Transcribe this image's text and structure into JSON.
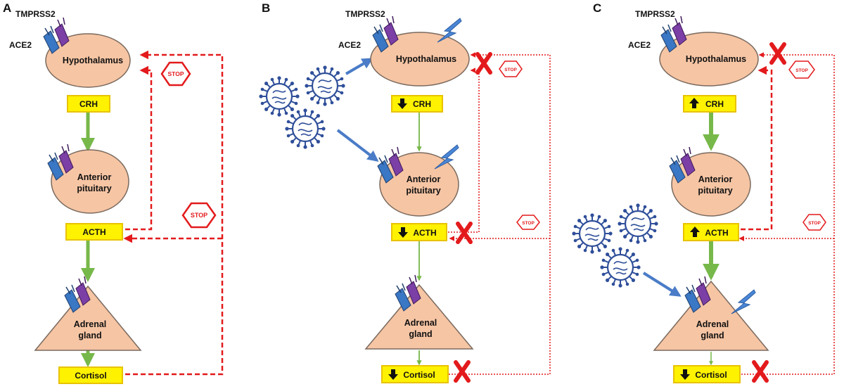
{
  "colors": {
    "gland_fill": "#f6c5a4",
    "gland_stroke": "#7a6a5e",
    "hormone_fill": "#fff200",
    "hormone_stroke": "#e8c200",
    "green_arrow": "#77b84a",
    "red_feedback": "#e31a1c",
    "virus_blue": "#2f4f9a",
    "ace2_blue": "#3a77c4",
    "tmprss2_purple": "#7b3fa6",
    "lightning_blue": "#4a86d6"
  },
  "icons": {
    "receptor": "receptor-icon",
    "virus": "virus-icon",
    "lightning": "lightning-icon",
    "stop": "stop-sign-icon",
    "block": "red-x-icon",
    "down": "down-arrow-icon",
    "up": "up-arrow-icon"
  },
  "panels": [
    {
      "label": "A",
      "tmprss2_label": "TMPRSS2",
      "ace2_label": "ACE2",
      "hypothalamus_label": "Hypothalamus",
      "crh_label": "CRH",
      "pituitary_line1": "Anterior",
      "pituitary_line2": "pituitary",
      "acth_label": "ACTH",
      "adrenal_line1": "Adrenal",
      "adrenal_line2": "gland",
      "cortisol_label": "Cortisol",
      "stop_upper": "STOP",
      "stop_lower": "STOP"
    },
    {
      "label": "B",
      "tmprss2_label": "TMPRSS2",
      "ace2_label": "ACE2",
      "hypothalamus_label": "Hypothalamus",
      "crh_label": "CRH",
      "pituitary_line1": "Anterior",
      "pituitary_line2": "pituitary",
      "acth_label": "ACTH",
      "adrenal_line1": "Adrenal",
      "adrenal_line2": "gland",
      "cortisol_label": "Cortisol",
      "stop_upper": "STOP",
      "stop_lower": "STOP"
    },
    {
      "label": "C",
      "tmprss2_label": "TMPRSS2",
      "ace2_label": "ACE2",
      "hypothalamus_label": "Hypothalamus",
      "crh_label": "CRH",
      "pituitary_line1": "Anterior",
      "pituitary_line2": "pituitary",
      "acth_label": "ACTH",
      "adrenal_line1": "Adrenal",
      "adrenal_line2": "gland",
      "cortisol_label": "Cortisol",
      "stop_upper": "STOP",
      "stop_lower": "STOP"
    }
  ]
}
